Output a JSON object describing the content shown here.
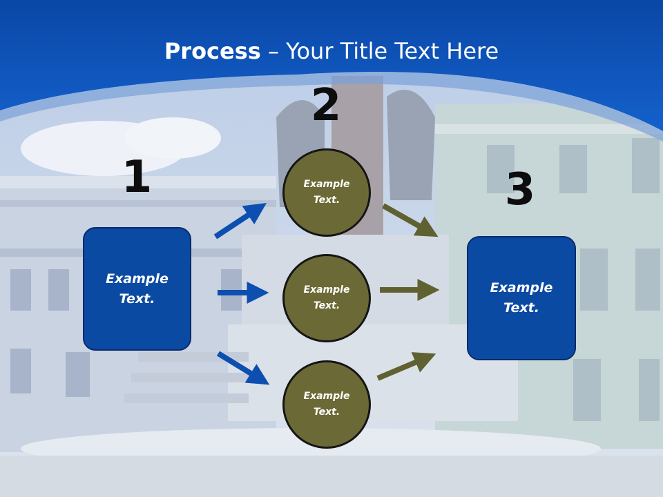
{
  "slide": {
    "title_bold": "Process",
    "title_rest": " – Your Title Text Here"
  },
  "steps": [
    {
      "number": "1"
    },
    {
      "number": "2"
    },
    {
      "number": "3"
    }
  ],
  "left_box": {
    "text": "Example Text."
  },
  "circles": [
    {
      "text": "Example Text."
    },
    {
      "text": "Example Text."
    },
    {
      "text": "Example Text."
    }
  ],
  "right_box": {
    "text": "Example Text."
  },
  "colors": {
    "header_blue": "#0b4aa3",
    "box_blue": "#0b4aa3",
    "circle_olive": "#6b6a36",
    "arrow_blue": "#0d4fb0",
    "arrow_olive": "#5f6130"
  }
}
